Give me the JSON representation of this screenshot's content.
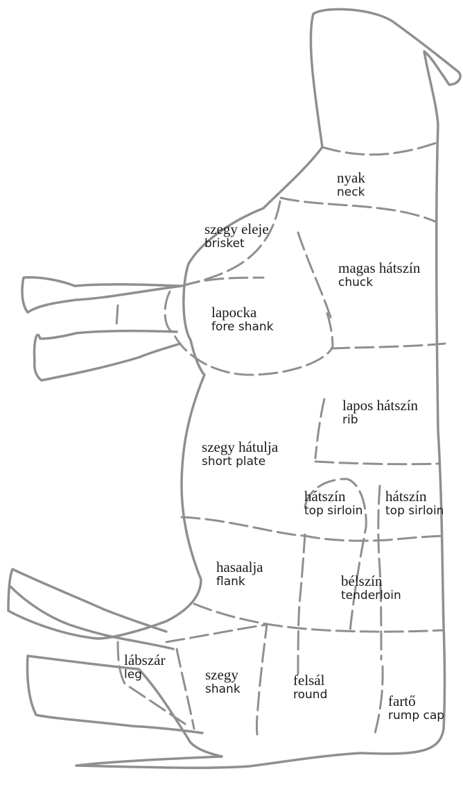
{
  "cuts": [
    {
      "id": "neck",
      "hu": "nyak",
      "en": "neck"
    },
    {
      "id": "brisket",
      "hu": "szegy eleje",
      "en": "brisket"
    },
    {
      "id": "chuck",
      "hu": "magas hátszín",
      "en": "chuck"
    },
    {
      "id": "fore-shank",
      "hu": "lapocka",
      "en": "fore shank"
    },
    {
      "id": "rib",
      "hu": "lapos hátszín",
      "en": "rib"
    },
    {
      "id": "short-plate",
      "hu": "szegy hátulja",
      "en": "short plate"
    },
    {
      "id": "top-sirloin-left",
      "hu": "hátszín",
      "en": "top sirloin"
    },
    {
      "id": "top-sirloin-right",
      "hu": "hátszín",
      "en": "top sirloin"
    },
    {
      "id": "flank",
      "hu": "hasaalja",
      "en": "flank"
    },
    {
      "id": "tenderloin",
      "hu": "bélszín",
      "en": "tenderloin"
    },
    {
      "id": "leg",
      "hu": "lábszár",
      "en": "leg"
    },
    {
      "id": "shank",
      "hu": "szegy",
      "en": "shank"
    },
    {
      "id": "round",
      "hu": "felsál",
      "en": "round"
    },
    {
      "id": "rump-cap",
      "hu": "fartő",
      "en": "rump cap"
    }
  ]
}
